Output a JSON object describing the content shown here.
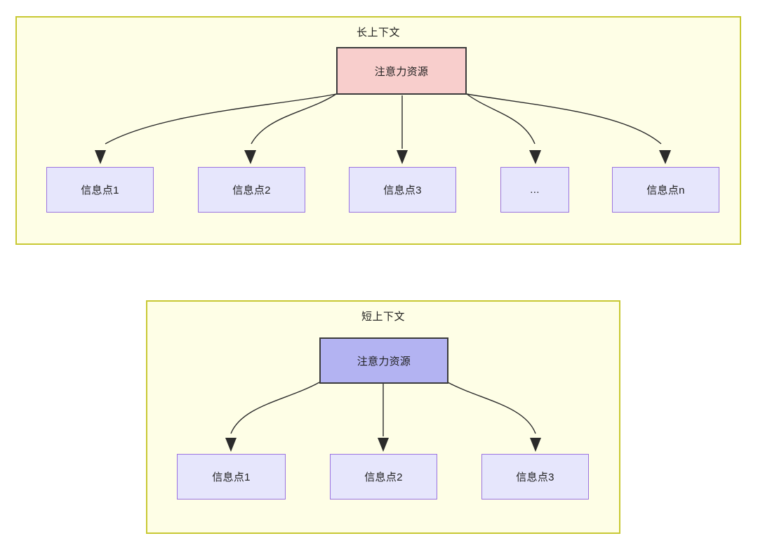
{
  "diagram": {
    "title_hidden": "",
    "colors": {
      "panel_fill": "#fefee6",
      "panel_border": "#c8c832",
      "attention_long_fill": "#f8cecc",
      "attention_short_fill": "#b3b3f2",
      "attention_border": "#3b3b3b",
      "info_fill": "#e6e6fc",
      "info_border": "#9a73e0",
      "edge_stroke": "#2b2b2b",
      "text": "#1f1f1f"
    },
    "panels": [
      {
        "id": "long-context",
        "title": "长上下文",
        "attention_label": "注意力资源",
        "info_nodes": [
          {
            "label": "信息点1"
          },
          {
            "label": "信息点2"
          },
          {
            "label": "信息点3"
          },
          {
            "label": "..."
          },
          {
            "label": "信息点n"
          }
        ]
      },
      {
        "id": "short-context",
        "title": "短上下文",
        "attention_label": "注意力资源",
        "info_nodes": [
          {
            "label": "信息点1"
          },
          {
            "label": "信息点2"
          },
          {
            "label": "信息点3"
          }
        ]
      }
    ]
  }
}
